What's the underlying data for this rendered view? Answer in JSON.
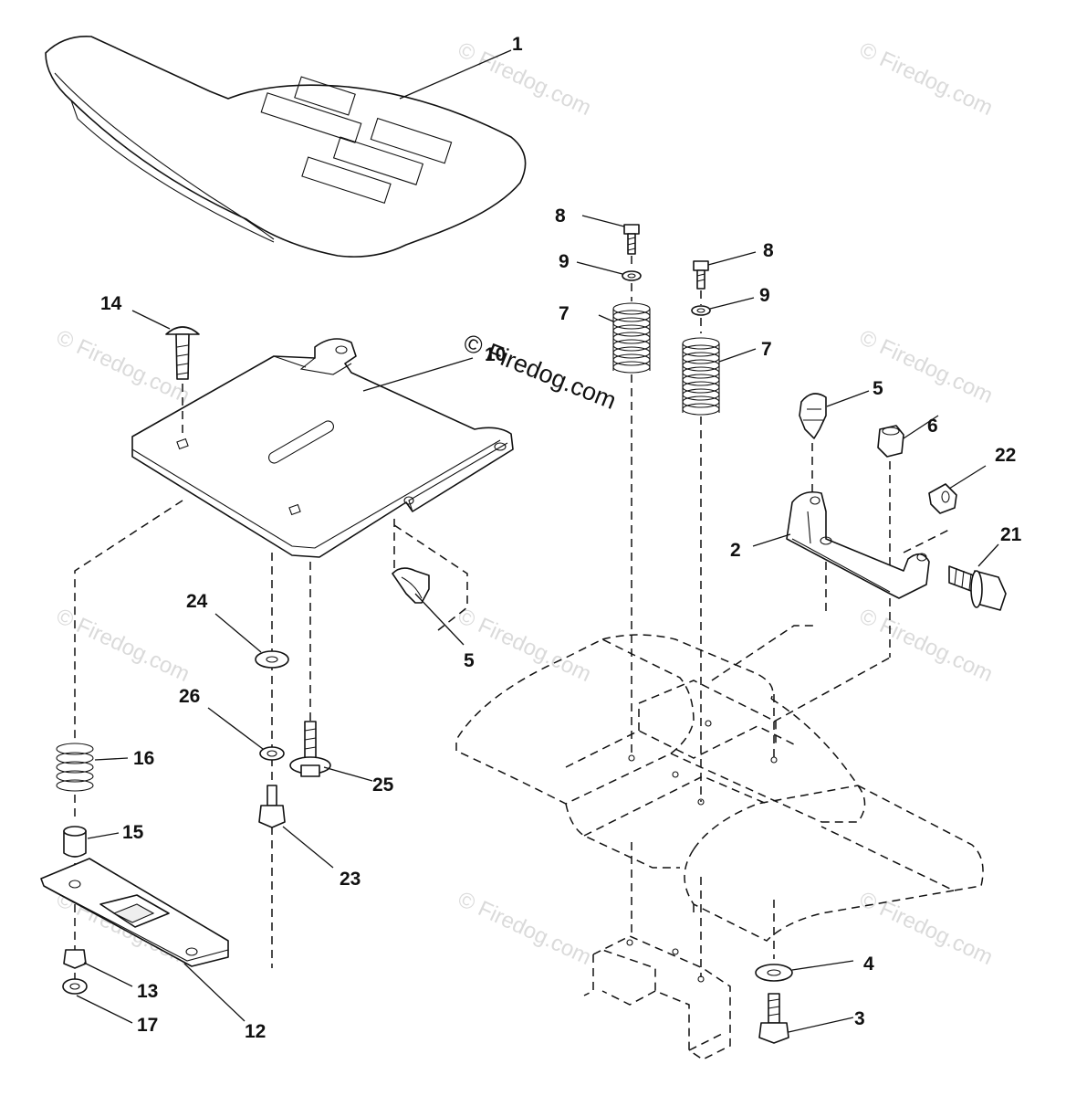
{
  "watermark": {
    "main": "© Firedog.com",
    "repeat": "© Firedog.com"
  },
  "callouts": {
    "c1": "1",
    "c2": "2",
    "c3": "3",
    "c4": "4",
    "c5a": "5",
    "c5b": "5",
    "c6": "6",
    "c7a": "7",
    "c7b": "7",
    "c8a": "8",
    "c8b": "8",
    "c9a": "9",
    "c9b": "9",
    "c10": "10",
    "c12": "12",
    "c13": "13",
    "c14": "14",
    "c15": "15",
    "c16": "16",
    "c17": "17",
    "c21": "21",
    "c22": "22",
    "c23": "23",
    "c24": "24",
    "c25": "25",
    "c26": "26"
  }
}
